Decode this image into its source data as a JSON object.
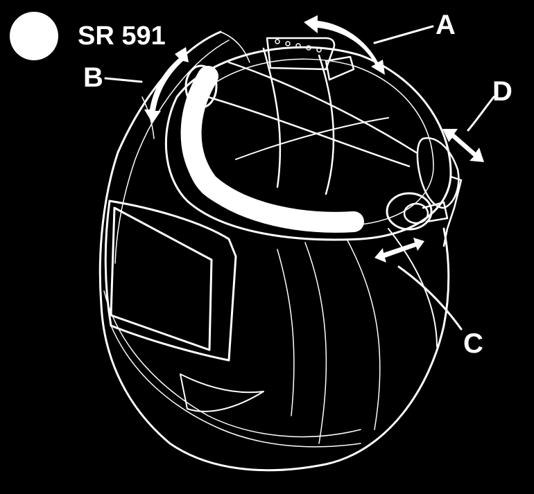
{
  "model": {
    "name": "SR 591"
  },
  "callouts": {
    "a": "A",
    "b": "B",
    "c": "C",
    "d": "D"
  },
  "colors": {
    "background": "#000000",
    "line": "#ffffff"
  }
}
